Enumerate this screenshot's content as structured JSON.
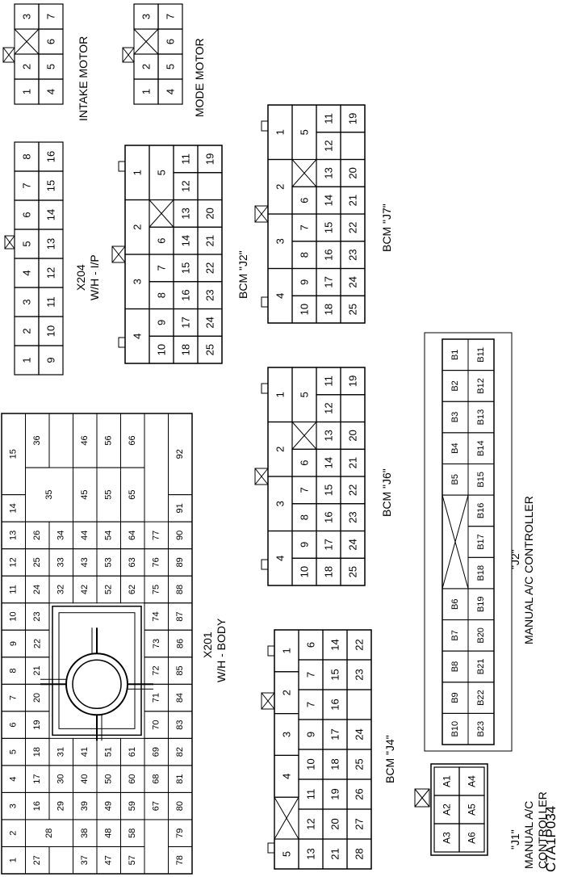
{
  "figure_id": "C7A1P034",
  "connectors": {
    "intake_motor": {
      "label": "INTAKE MOTOR",
      "pins": [
        "1",
        "2",
        "3",
        "4",
        "5",
        "6",
        "7"
      ]
    },
    "mode_motor": {
      "label": "MODE MOTOR",
      "pins": [
        "1",
        "2",
        "3",
        "4",
        "5",
        "6",
        "7"
      ]
    },
    "x204": {
      "label_line1": "X204",
      "label_line2": "W/H - I/P",
      "pins": [
        "1",
        "2",
        "3",
        "4",
        "5",
        "6",
        "7",
        "8",
        "9",
        "10",
        "11",
        "12",
        "13",
        "14",
        "15",
        "16"
      ]
    },
    "bcm_j7": {
      "label": "BCM \"J7\"",
      "pins": [
        "1",
        "2",
        "3",
        "4",
        "5",
        "6",
        "7",
        "8",
        "9",
        "10",
        "11",
        "12",
        "13",
        "14",
        "15",
        "16",
        "17",
        "18",
        "19",
        "20",
        "21",
        "22",
        "23",
        "24",
        "25"
      ]
    },
    "bcm_j2": {
      "label": "BCM \"J2\"",
      "pins": [
        "1",
        "2",
        "3",
        "4",
        "5",
        "6",
        "7",
        "8",
        "9",
        "10",
        "11",
        "12",
        "13",
        "14",
        "15",
        "16",
        "17",
        "18",
        "19",
        "20",
        "21",
        "22",
        "23",
        "24",
        "25"
      ]
    },
    "bcm_j6": {
      "label": "BCM \"J6\"",
      "pins": [
        "1",
        "2",
        "3",
        "4",
        "5",
        "6",
        "7",
        "8",
        "9",
        "10",
        "11",
        "12",
        "13",
        "14",
        "15",
        "16",
        "17",
        "18",
        "19",
        "20",
        "21",
        "22",
        "23",
        "24",
        "25"
      ]
    },
    "bcm_j4": {
      "label": "BCM \"J4\"",
      "pins": [
        "1",
        "2",
        "3",
        "4",
        "5",
        "6",
        "7",
        "9",
        "10",
        "11",
        "12",
        "13",
        "14",
        "15",
        "16",
        "17",
        "18",
        "19",
        "20",
        "21",
        "22",
        "23",
        "24",
        "25",
        "26",
        "27",
        "28"
      ]
    },
    "x201": {
      "label_line1": "X201",
      "label_line2": "W/H - BODY",
      "pins": [
        "1",
        "2",
        "3",
        "4",
        "5",
        "6",
        "7",
        "8",
        "9",
        "10",
        "11",
        "12",
        "13",
        "14",
        "15",
        "16",
        "17",
        "18",
        "19",
        "20",
        "21",
        "22",
        "23",
        "24",
        "25",
        "26",
        "27",
        "28",
        "29",
        "30",
        "31",
        "32",
        "33",
        "34",
        "35",
        "36",
        "37",
        "38",
        "39",
        "40",
        "41",
        "42",
        "43",
        "44",
        "45",
        "46",
        "47",
        "48",
        "49",
        "50",
        "51",
        "52",
        "53",
        "54",
        "55",
        "56",
        "57",
        "58",
        "59",
        "60",
        "61",
        "62",
        "63",
        "64",
        "65",
        "66",
        "67",
        "68",
        "69",
        "70",
        "71",
        "72",
        "73",
        "74",
        "75",
        "76",
        "77",
        "78",
        "79",
        "80",
        "81",
        "82",
        "83",
        "84",
        "85",
        "86",
        "87",
        "88",
        "89",
        "90",
        "91",
        "92"
      ]
    },
    "j2_manual_ac": {
      "label_line1": "\"J2\"",
      "label_line2": "MANUAL A/C CONTROLLER",
      "pins": [
        "B1",
        "B2",
        "B3",
        "B4",
        "B5",
        "B6",
        "B7",
        "B8",
        "B9",
        "B10",
        "B11",
        "B12",
        "B13",
        "B14",
        "B15",
        "B16",
        "B17",
        "B18",
        "B19",
        "B20",
        "B21",
        "B22",
        "B23"
      ]
    },
    "j1_manual_ac": {
      "label_line1": "\"J1\"",
      "label_line2": "MANUAL A/C",
      "label_line3": "CONTROLLER",
      "pins": [
        "A1",
        "A2",
        "A3",
        "A4",
        "A5",
        "A6"
      ]
    }
  }
}
